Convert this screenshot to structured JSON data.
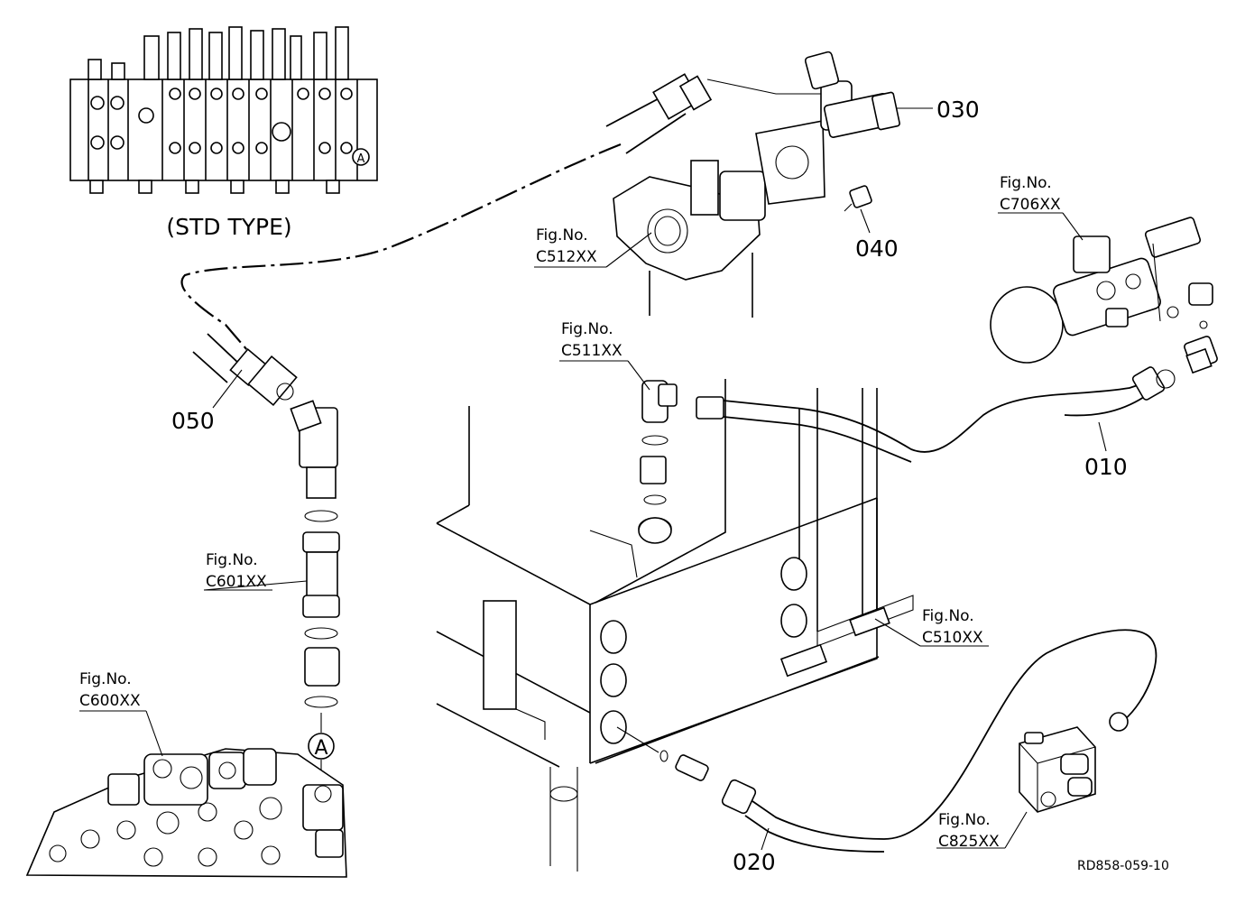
{
  "std_type_label": "(STD TYPE)",
  "part_numbers": {
    "p010": "010",
    "p020": "020",
    "p030": "030",
    "p040": "040",
    "p050": "050"
  },
  "figure_refs": {
    "c512": {
      "prefix": "Fig.No.",
      "code": "C512XX"
    },
    "c511": {
      "prefix": "Fig.No.",
      "code": "C511XX"
    },
    "c706": {
      "prefix": "Fig.No.",
      "code": "C706XX"
    },
    "c601": {
      "prefix": "Fig.No.",
      "code": "C601XX"
    },
    "c600": {
      "prefix": "Fig.No.",
      "code": "C600XX"
    },
    "c510": {
      "prefix": "Fig.No.",
      "code": "C510XX"
    },
    "c825": {
      "prefix": "Fig.No.",
      "code": "C825XX"
    }
  },
  "connection_marker": "A",
  "drawing_code": "RD858-059-10"
}
